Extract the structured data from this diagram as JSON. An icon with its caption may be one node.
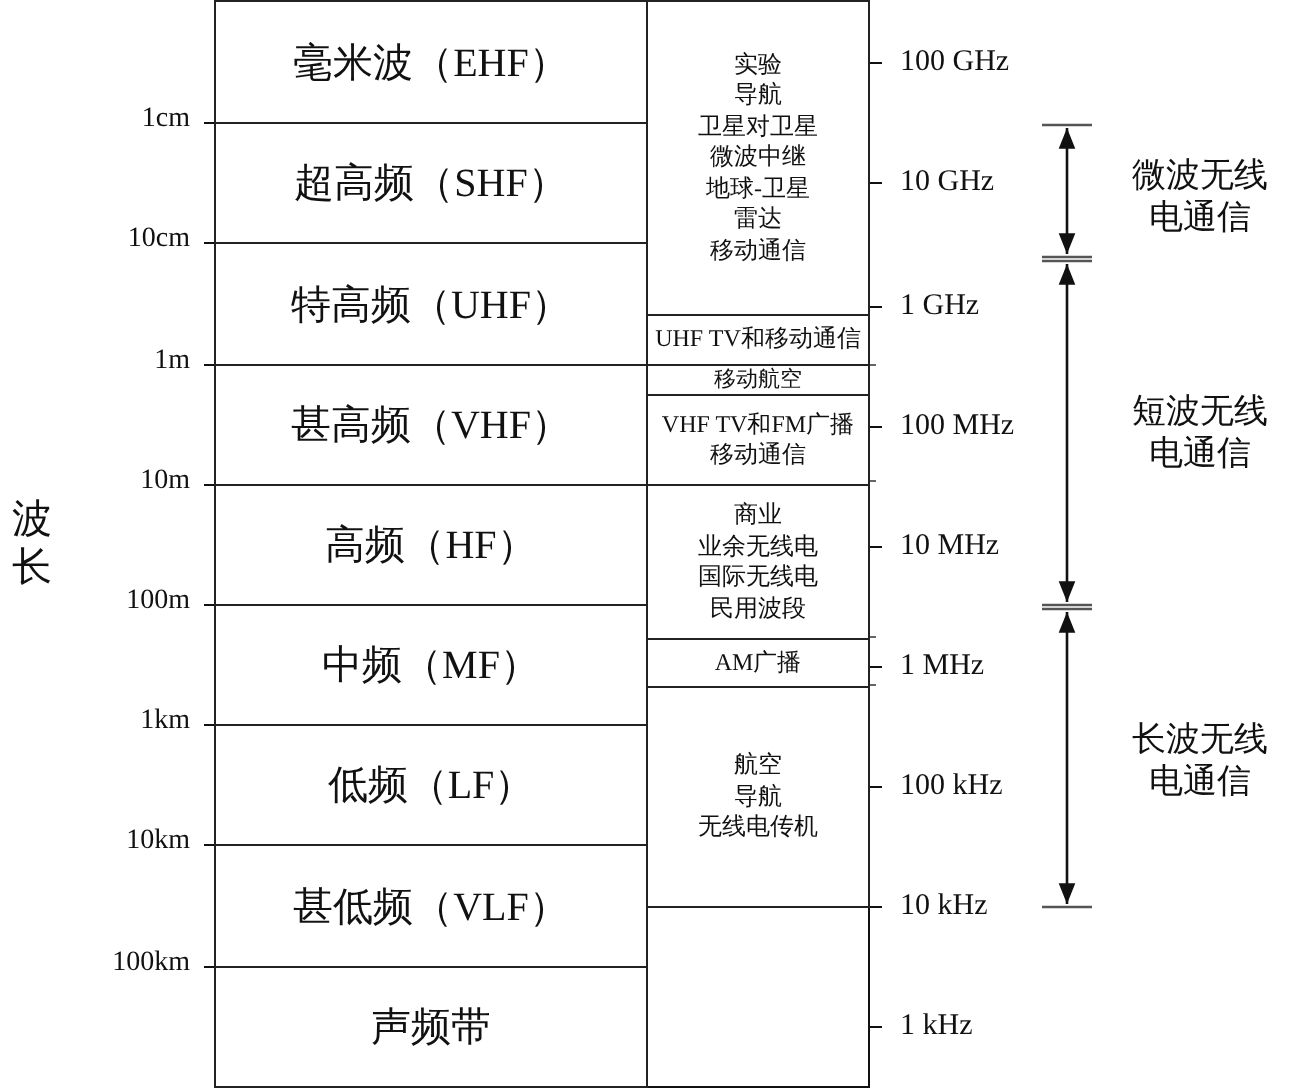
{
  "diagram": {
    "nodes": [
      {
        "text": [
          "毫米波（EHF）"
        ]
      },
      {
        "text": [
          "超高频（SHF）"
        ]
      },
      {
        "text": [
          "特高频（UHF）"
        ]
      },
      {
        "text": [
          "甚高频（VHF）"
        ]
      },
      {
        "text": [
          "高频（HF）"
        ]
      },
      {
        "text": [
          "中频（MF）"
        ]
      },
      {
        "text": [
          "低频（LF）"
        ]
      },
      {
        "text": [
          "甚低频（VLF）"
        ]
      },
      {
        "text": [
          "声频带"
        ]
      },
      {
        "text": [
          "实验",
          "导航",
          "卫星对卫星",
          "微波中继",
          "地球-卫星",
          "雷达",
          "移动通信"
        ]
      },
      {
        "text": [
          "UHF TV和移动通信"
        ]
      },
      {
        "text": [
          "移动航空"
        ]
      },
      {
        "text": [
          "VHF TV和FM广播",
          "移动通信"
        ]
      },
      {
        "text": [
          "商业",
          "业余无线电",
          "国际无线电",
          "民用波段"
        ]
      },
      {
        "text": [
          "AM广播"
        ]
      },
      {
        "text": [
          "航空",
          "导航",
          "无线电传机"
        ]
      }
    ],
    "labels": [
      "100 GHz",
      "1cm",
      "微波无线电通信",
      "10 GHz",
      "10cm",
      "1 GHz",
      "1m",
      "100 MHz",
      "短波无线电通信",
      "10m",
      "波长",
      "10 MHz",
      "100m",
      "1 MHz",
      "1km",
      "长波无线电通信",
      "100 kHz",
      "10km",
      "10 kHz",
      "100km",
      "1 kHz"
    ]
  }
}
